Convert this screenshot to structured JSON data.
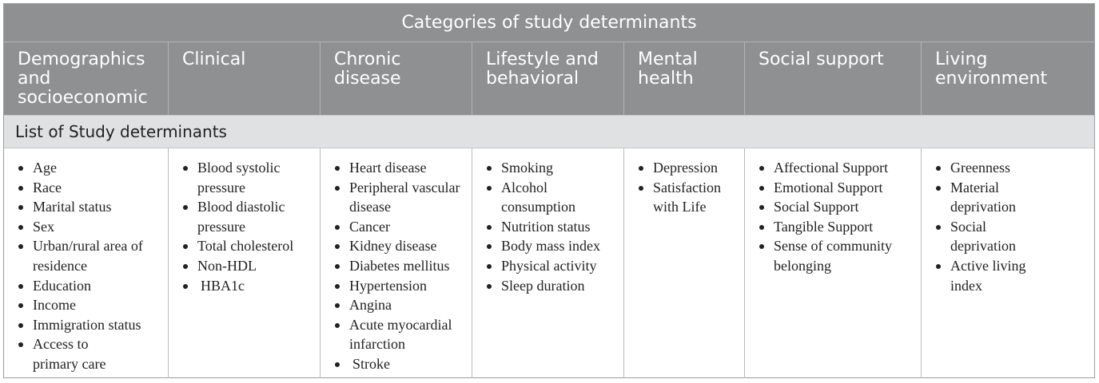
{
  "title": "Categories of study determinants",
  "subheader": "List of Study determinants",
  "columns": [
    {
      "category": "Demographics and socioeconomic",
      "items": [
        "Age",
        "Race",
        "Marital status",
        "Sex",
        "Urban/rural area of residence",
        "Education",
        "Income",
        "Immigration status",
        "Access to primary care"
      ]
    },
    {
      "category": "Clinical",
      "items": [
        "Blood systolic pressure",
        "Blood diastolic pressure",
        "Total cholesterol",
        "Non-HDL",
        "HBA1c"
      ]
    },
    {
      "category": "Chronic disease",
      "items": [
        "Heart disease",
        "Peripheral vascular disease",
        "Cancer",
        "Kidney disease",
        "Diabetes mellitus",
        "Hypertension",
        "Angina",
        "Acute myocardial infarction",
        "Stroke"
      ]
    },
    {
      "category": "Lifestyle and behavioral",
      "items": [
        "Smoking",
        "Alcohol consumption",
        "Nutrition status",
        "Body mass index",
        "Physical activity",
        "Sleep duration"
      ]
    },
    {
      "category": "Mental health",
      "items": [
        "Depression",
        "Satisfaction with Life"
      ]
    },
    {
      "category": "Social support",
      "items": [
        "Affectional Support",
        "Emotional Support",
        "Social Support",
        "Tangible Support",
        "Sense of community belonging"
      ]
    },
    {
      "category": "Living environment",
      "items": [
        "Greenness",
        "Material deprivation",
        "Social deprivation",
        "Active living index"
      ]
    }
  ]
}
